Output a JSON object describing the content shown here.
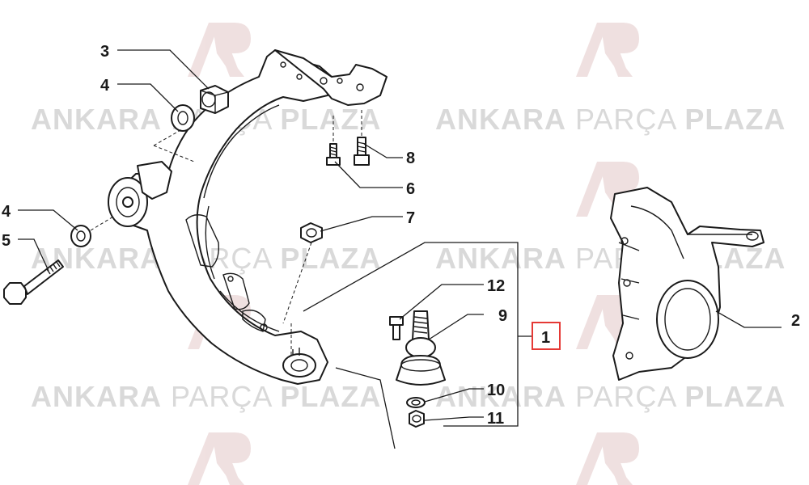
{
  "watermark": {
    "text_bold_1": "ANKARA",
    "text_light": "PARÇA",
    "text_bold_2": "PLAZA",
    "logo_color": "#e3c8c8",
    "text_color": "#d9d9d9"
  },
  "highlight_color": "#e53935",
  "callouts": [
    {
      "id": "3",
      "label": "3"
    },
    {
      "id": "4a",
      "label": "4"
    },
    {
      "id": "4b",
      "label": "4"
    },
    {
      "id": "5",
      "label": "5"
    },
    {
      "id": "8",
      "label": "8"
    },
    {
      "id": "6",
      "label": "6"
    },
    {
      "id": "7",
      "label": "7"
    },
    {
      "id": "12",
      "label": "12"
    },
    {
      "id": "9",
      "label": "9"
    },
    {
      "id": "1",
      "label": "1"
    },
    {
      "id": "10",
      "label": "10"
    },
    {
      "id": "11",
      "label": "11"
    },
    {
      "id": "2",
      "label": "2"
    }
  ]
}
